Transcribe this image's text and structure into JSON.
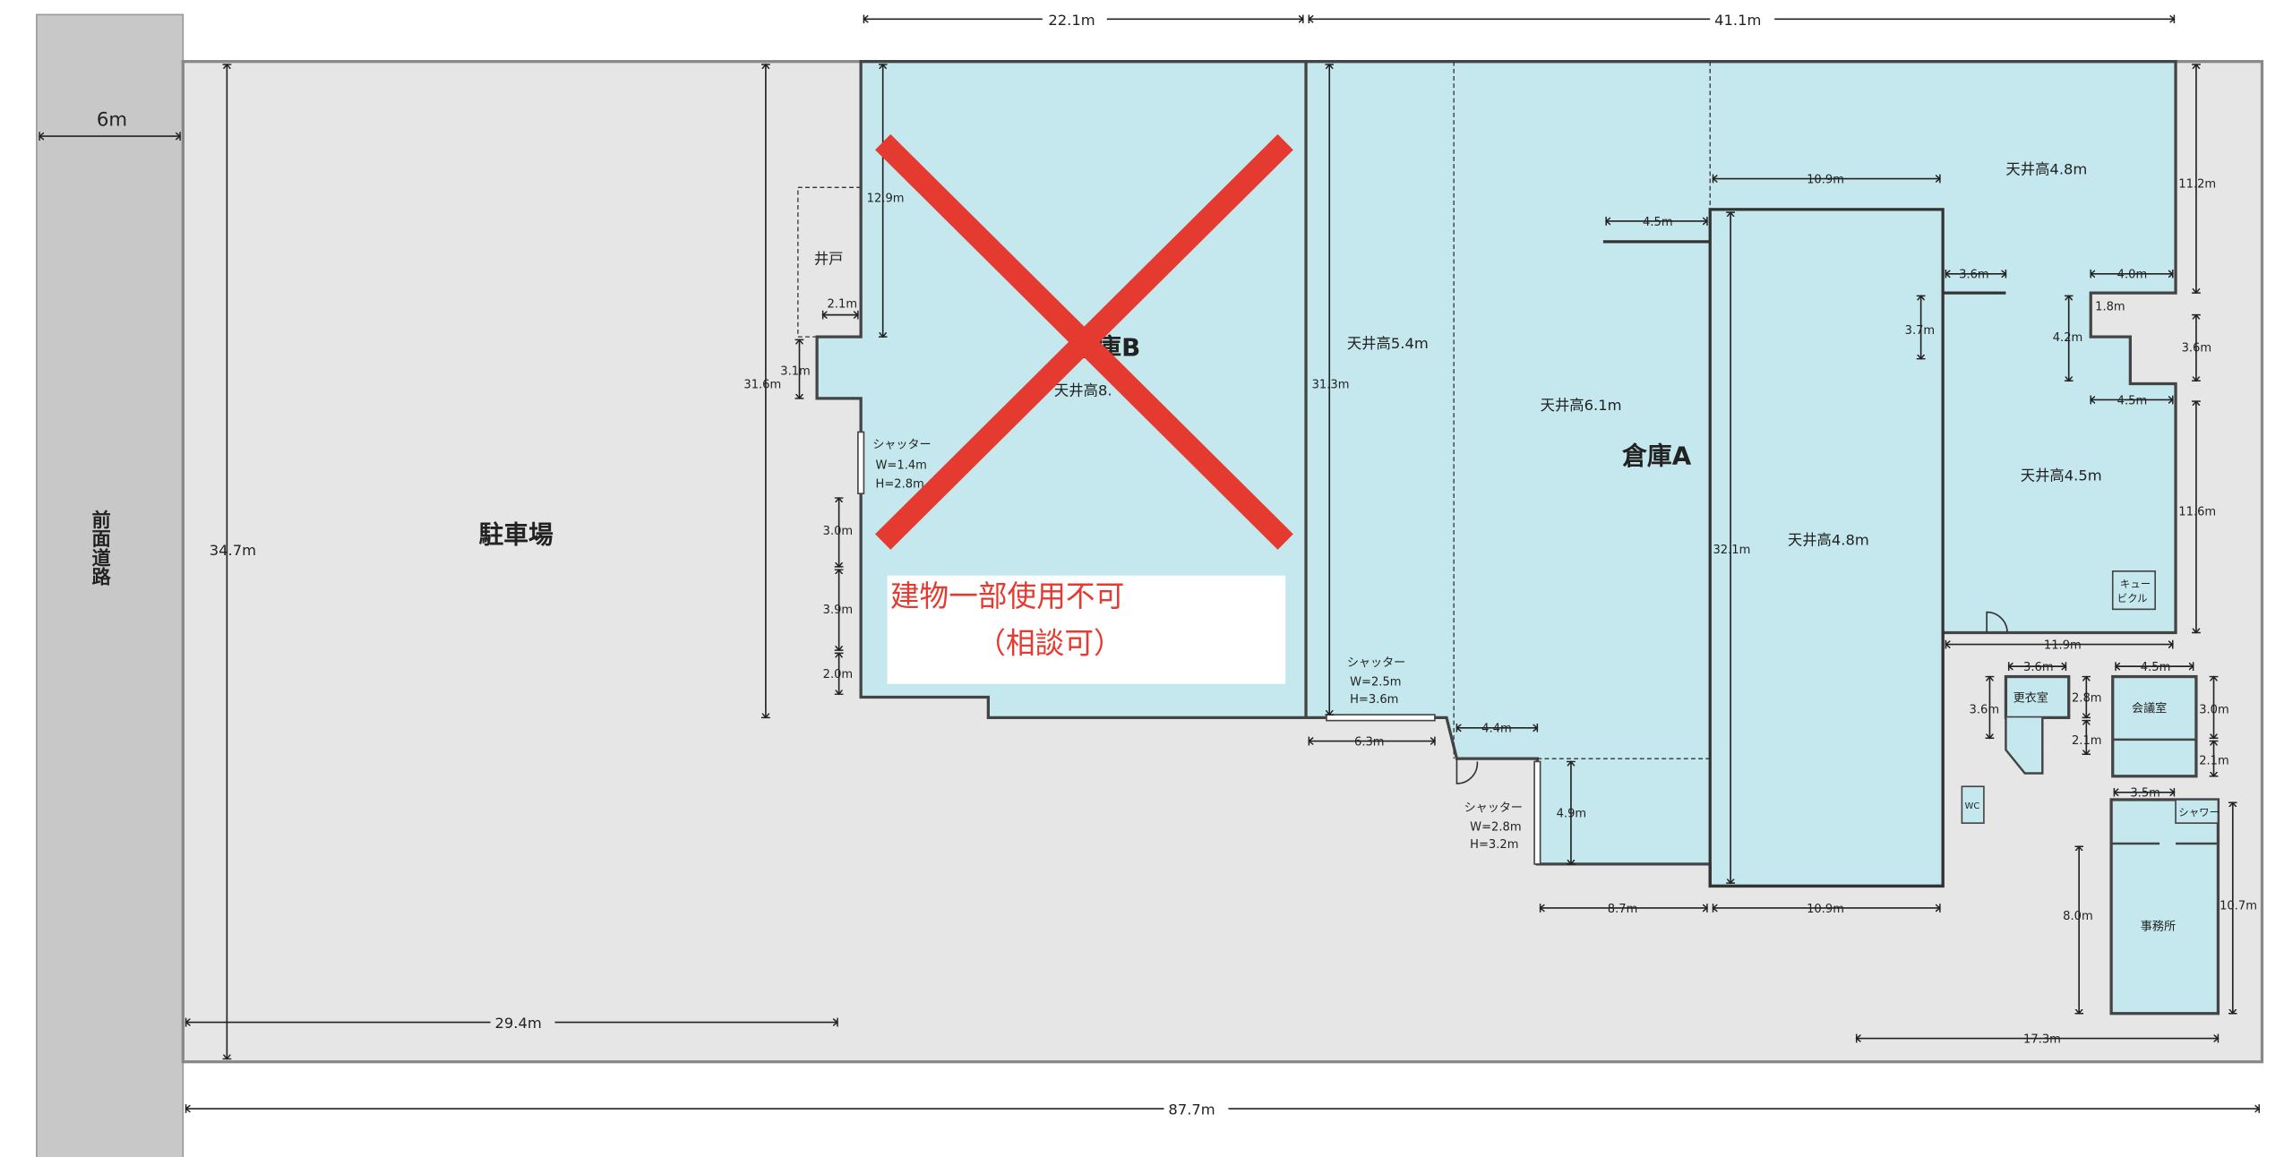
{
  "road": {
    "label": "前面道路",
    "width": "6m"
  },
  "parking": {
    "label": "駐車場"
  },
  "overall": {
    "total_width": "87.7m",
    "depth": "34.7m",
    "parking_width": "29.4m",
    "b_width": "22.1m",
    "a_width": "41.1m"
  },
  "warehouse_b": {
    "name": "倉庫B",
    "ceiling": "天井高8.",
    "depth": "31.6m",
    "d12_9": "12.9m",
    "well": "井戸",
    "d2_1": "2.1m",
    "d3_1": "3.1m",
    "shutter": [
      "シャッター",
      "W=1.4m",
      "H=2.8m"
    ],
    "d3_0": "3.0m",
    "d3_9": "3.9m",
    "d2_0": "2.0m",
    "notice": "建物一部使用不可",
    "notice_sub": "（相談可）"
  },
  "warehouse_a": {
    "name": "倉庫A",
    "ceil_5_4": "天井高5.4m",
    "d31_3": "31.3m",
    "ceil_6_1": "天井高6.1m",
    "d32_1": "32.1m",
    "ceil_4_8_inner": "天井高4.8m",
    "ceil_4_8_top": "天井高4.8m",
    "ceil_4_5": "天井高4.5m",
    "d10_9_top": "10.9m",
    "d4_5_left": "4.5m",
    "d3_6": "3.6m",
    "d4_0": "4.0m",
    "d1_8": "1.8m",
    "d4_2": "4.2m",
    "d3_7": "3.7m",
    "d3_6_right": "3.6m",
    "d4_5_right": "4.5m",
    "d11_2": "11.2m",
    "d11_6": "11.6m",
    "cubicle": [
      "キュー",
      "ビクル"
    ],
    "d11_9": "11.9m",
    "shutter1": [
      "シャッター",
      "W=2.5m",
      "H=3.6m"
    ],
    "d6_3": "6.3m",
    "d4_4": "4.4m",
    "shutter2": [
      "シャッター",
      "W=2.8m",
      "H=3.2m"
    ],
    "d4_9": "4.9m",
    "d8_7": "8.7m",
    "d10_9_bottom": "10.9m"
  },
  "annex": {
    "changing_room": "更衣室",
    "d3_6w": "3.6m",
    "d3_6h": "3.6m",
    "d2_8": "2.8m",
    "d2_1a": "2.1m",
    "meeting_room": "会議室",
    "d4_5": "4.5m",
    "d3_0": "3.0m",
    "d2_1b": "2.1m",
    "wc": "WC",
    "shower": "シャワー",
    "d3_5": "3.5m",
    "office": "事務所",
    "d8_0": "8.0m",
    "d10_7": "10.7m",
    "d17_3": "17.3m"
  },
  "colors": {
    "room": "#c5e8ee",
    "lot": "#e6e6e6",
    "road": "#c8c8c8",
    "cross": "#e53a30"
  }
}
